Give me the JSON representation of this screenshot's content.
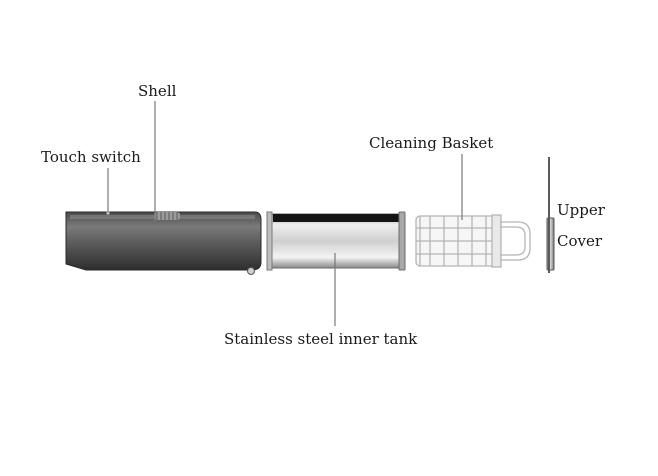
{
  "labels": {
    "shell": "Shell",
    "touch_switch": "Touch switch",
    "cleaning_basket": "Cleaning Basket",
    "upper": "Upper",
    "cover": "Cover",
    "inner_tank": "Stainless steel inner tank"
  },
  "colors": {
    "shell_dark": "#3c3c3c",
    "shell_mid": "#6e6e6e",
    "steel_light": "#e6e6e6",
    "steel_dark": "#7a7a7a",
    "basket": "#f2f2f2",
    "leader": "#777777"
  }
}
